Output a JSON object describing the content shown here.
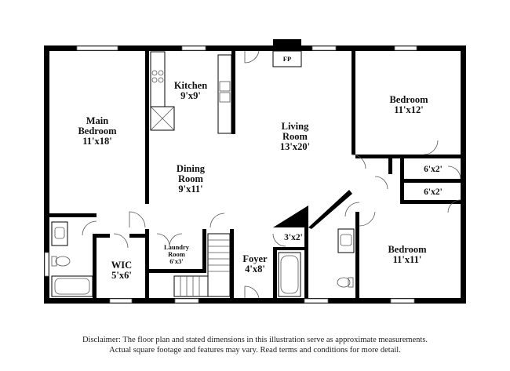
{
  "rooms": {
    "main_bedroom": {
      "name_line1": "Main",
      "name_line2": "Bedroom",
      "size": "11'x18'"
    },
    "kitchen": {
      "name": "Kitchen",
      "size": "9'x9'"
    },
    "fp": {
      "label": "FP"
    },
    "living_room": {
      "name_line1": "Living",
      "name_line2": "Room",
      "size": "13'x20'"
    },
    "bedroom_1": {
      "name": "Bedroom",
      "size": "11'x12'"
    },
    "closet_1": {
      "size": "6'x2'"
    },
    "closet_2": {
      "size": "6'x2'"
    },
    "dining_room": {
      "name_line1": "Dining",
      "name_line2": "Room",
      "size": "9'x11'"
    },
    "closet_3": {
      "size": "3'x2'"
    },
    "laundry_room": {
      "name_line1": "Laundry",
      "name_line2": "Room",
      "size": "6'x3'"
    },
    "wic": {
      "name": "WIC",
      "size": "5'x6'"
    },
    "foyer": {
      "name": "Foyer",
      "size": "4'x8'"
    },
    "bedroom_2": {
      "name": "Bedroom",
      "size": "11'x11'"
    }
  },
  "disclaimer": {
    "line1": "Disclaimer: The floor plan and stated dimensions in this illustration serve as approximate measurements.",
    "line2": "Actual square footage and features may vary. Read terms and conditions for more detail."
  }
}
